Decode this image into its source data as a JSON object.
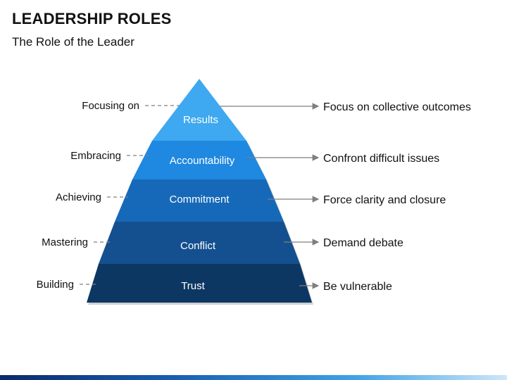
{
  "title": "LEADERSHIP ROLES",
  "subtitle": "The Role of the Leader",
  "levels": [
    {
      "name": "Results",
      "left_label": "Focusing on",
      "right_label": "Focus on collective outcomes",
      "color": "#3ea8f0"
    },
    {
      "name": "Accountability",
      "left_label": "Embracing",
      "right_label": "Confront difficult issues",
      "color": "#1f88e0"
    },
    {
      "name": "Commitment",
      "left_label": "Achieving",
      "right_label": "Force clarity and closure",
      "color": "#1669b8"
    },
    {
      "name": "Conflict",
      "left_label": "Mastering",
      "right_label": "Demand debate",
      "color": "#14508f"
    },
    {
      "name": "Trust",
      "left_label": "Building",
      "right_label": "Be vulnerable",
      "color": "#0d3763"
    }
  ]
}
